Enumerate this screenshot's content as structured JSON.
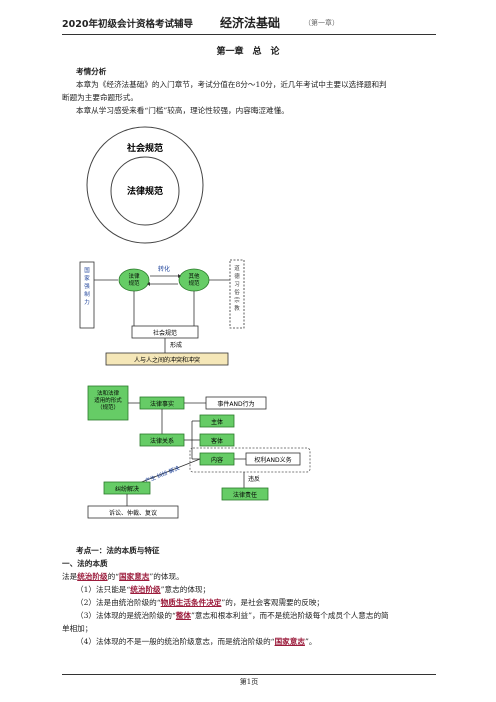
{
  "header": {
    "left": "2020年初级会计资格考试辅导",
    "book": "经济法基础",
    "chapter": "（第一章）"
  },
  "chapter_title": "第一章　总　论",
  "analysis": {
    "heading": "考情分析",
    "para1_line1": "本章为《经济法基础》的入门章节，考试分值在8分～10分，近几年考试中主要以选择题和判",
    "para1_line2": "断题为主要命题形式。",
    "para2": "本章从学习感受来看“门槛”较高，理论性较强，内容晦涩难懂。"
  },
  "diagram1": {
    "outer": "社会规范",
    "inner": "法律规范"
  },
  "diagram2": {
    "left_box": "国家强制力",
    "legal_norm": "法律规范",
    "other_norm": "其他规范",
    "transform": "转化",
    "right_box": "道德习俗宗教",
    "social_norm": "社会规范",
    "form": "形成",
    "bottom": "人与人之间的冲突和冲突"
  },
  "diagram3": {
    "source": "法和法律适用的形式（规范）",
    "legal_fact": "法律事实",
    "event": "事件AND行为",
    "subject": "主体",
    "relation": "法律关系",
    "object": "客体",
    "content": "内容",
    "rights": "权利AND义务",
    "violation": "违反",
    "dispute_path": "产生 纠纷 解决",
    "dispute": "纠纷解决",
    "liability": "法律责任",
    "methods": "诉讼、仲裁、复议"
  },
  "point1": {
    "heading": "考点一：法的本质与特征",
    "sub": "一、法的本质",
    "intro_a": "法是",
    "intro_kw1": "统治阶级",
    "intro_b": "的“",
    "intro_kw2": "国家意志",
    "intro_c": "”的体现。",
    "l1_a": "（1）法只能是“",
    "l1_kw": "统治阶级",
    "l1_b": "”意志的体现；",
    "l2_a": "（2）法是由统治阶级的“",
    "l2_kw": "物质生活条件决定",
    "l2_b": "”的，是社会客观需要的反映；",
    "l3_a": "（3）法体现的是统治阶级的“",
    "l3_kw": "整体",
    "l3_b": "”意志和根本利益”，而不是统治阶级每个成员个人意志的简",
    "l3_c": "单相加；",
    "l4_a": "（4）法体现的不是一般的统治阶级意志，而是统治阶级的“",
    "l4_kw": "国家意志",
    "l4_b": "”。"
  },
  "footer": "第1页"
}
